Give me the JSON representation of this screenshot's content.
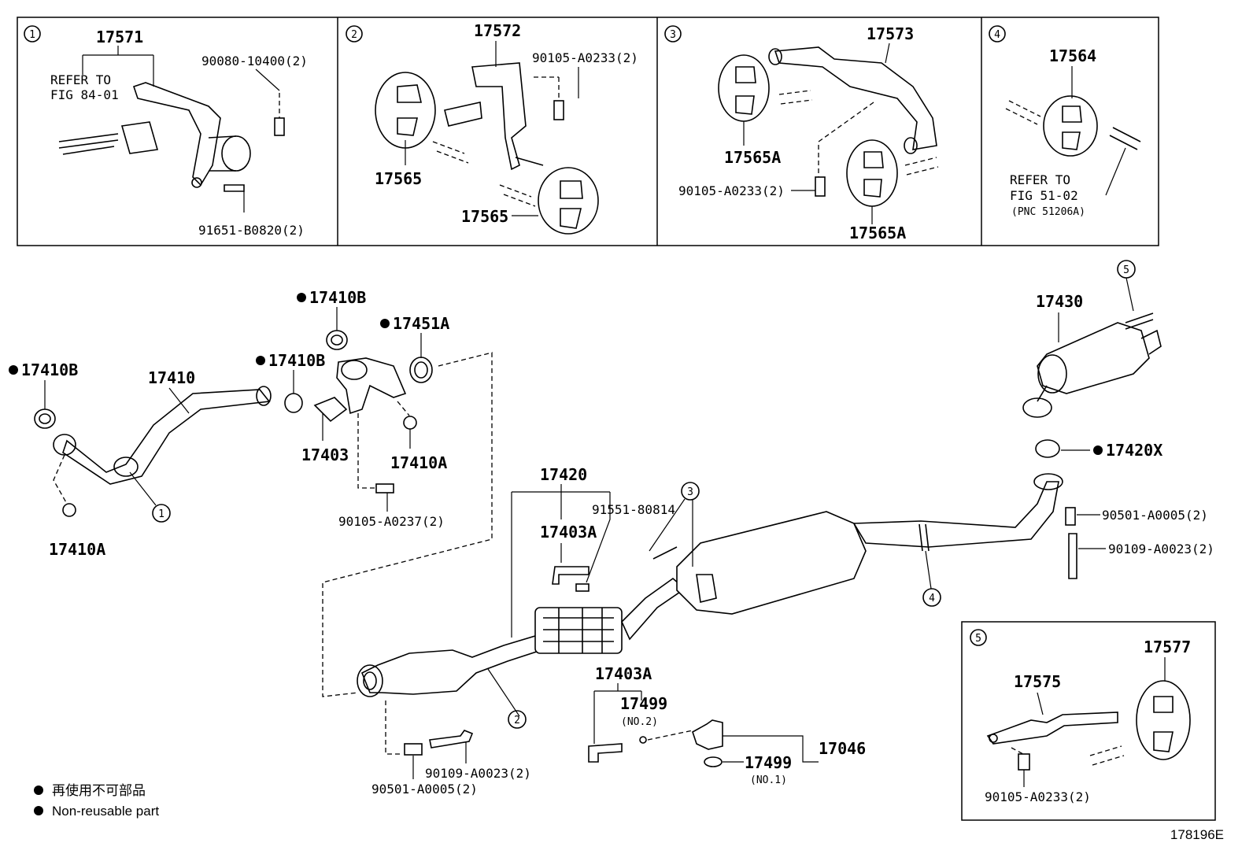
{
  "figure_id": "178196E",
  "legend": {
    "jp": "再使用不可部品",
    "en": "Non-reusable part"
  },
  "panels": {
    "p1": {
      "num": "1",
      "part": "17571",
      "refer_line1": "REFER TO",
      "refer_line2": "FIG 84-01",
      "bolt_top": "90080-10400(2)",
      "bolt_bottom": "91651-B0820(2)"
    },
    "p2": {
      "num": "2",
      "part": "17572",
      "bolt": "90105-A0233(2)",
      "hanger_a": "17565",
      "hanger_b": "17565"
    },
    "p3": {
      "num": "3",
      "part": "17573",
      "hanger_a": "17565A",
      "hanger_b": "17565A",
      "bolt": "90105-A0233(2)"
    },
    "p4": {
      "num": "4",
      "part": "17564",
      "refer_line1": "REFER TO",
      "refer_line2": "FIG 51-02",
      "refer_line3": "(PNC 51206A)"
    },
    "p5": {
      "num": "5",
      "bracket": "17575",
      "hanger": "17577",
      "bolt": "90105-A0233(2)"
    }
  },
  "main": {
    "gasket_left": "17410B",
    "nut_left": "17410A",
    "front_pipe": "17410",
    "gasket_top": "17410B",
    "gasket_mid": "17410B",
    "ring": "17451A",
    "gasket_17403": "17403",
    "nut_mid": "17410A",
    "bolt_mid": "90105-A0237(2)",
    "center_pipe": "17420",
    "bolt_91551": "91551-80814",
    "bracket_top": "17403A",
    "bracket_bottom": "17403A",
    "sensor_ring": "17499",
    "sensor_ring_note": "(NO.2)",
    "oring": "17499",
    "oring_note": "(NO.1)",
    "sensor": "17046",
    "spring_left": "90501-A0005(2)",
    "bolt_left": "90109-A0023(2)",
    "tail_pipe": "17430",
    "gasket_right": "17420X",
    "spring_right": "90501-A0005(2)",
    "bolt_right": "90109-A0023(2)",
    "callout_1": "1",
    "callout_2": "2",
    "callout_3": "3",
    "callout_4": "4",
    "callout_5": "5"
  }
}
